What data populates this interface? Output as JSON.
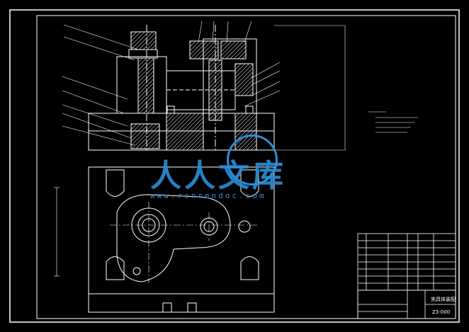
{
  "watermark": {
    "brand": "人人文库",
    "url": "www.renrendoc.com",
    "color": "#2a8fd8"
  },
  "title_block": {
    "title": "夹具体装配",
    "drawing_number": "Z3-000"
  },
  "colors": {
    "background": "#000000",
    "lines": "#ffffff",
    "hatch": "#ffffff",
    "watermark": "#2a8fd8"
  }
}
